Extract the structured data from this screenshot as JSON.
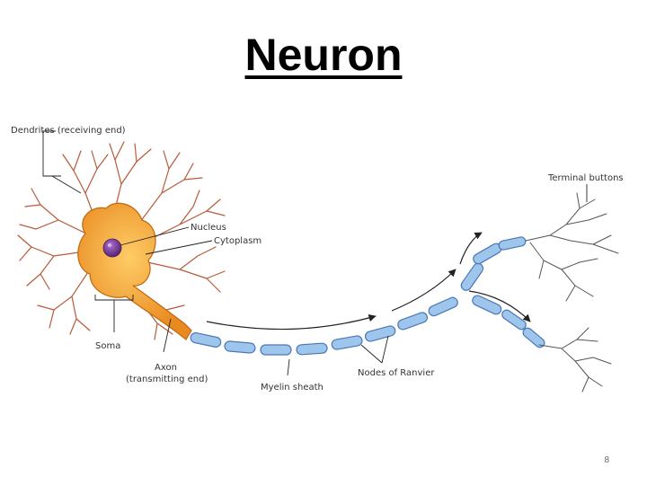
{
  "slide": {
    "title": "Neuron",
    "page_number": "8"
  },
  "labels": {
    "dendrites": "Dendrites (receiving end)",
    "nucleus": "Nucleus",
    "cytoplasm": "Cytoplasm",
    "soma": "Soma",
    "axon_line1": "Axon",
    "axon_line2": "(transmitting end)",
    "myelin": "Myelin sheath",
    "nodes": "Nodes of Ranvier",
    "terminal": "Terminal buttons"
  },
  "colors": {
    "cell_body": "#f0a030",
    "cell_outline": "#c06810",
    "dendrite": "#b85a3a",
    "nucleus": "#7a3a9a",
    "myelin_fill": "#9ec6ec",
    "myelin_edge": "#4a78b4",
    "terminal": "#555555"
  }
}
